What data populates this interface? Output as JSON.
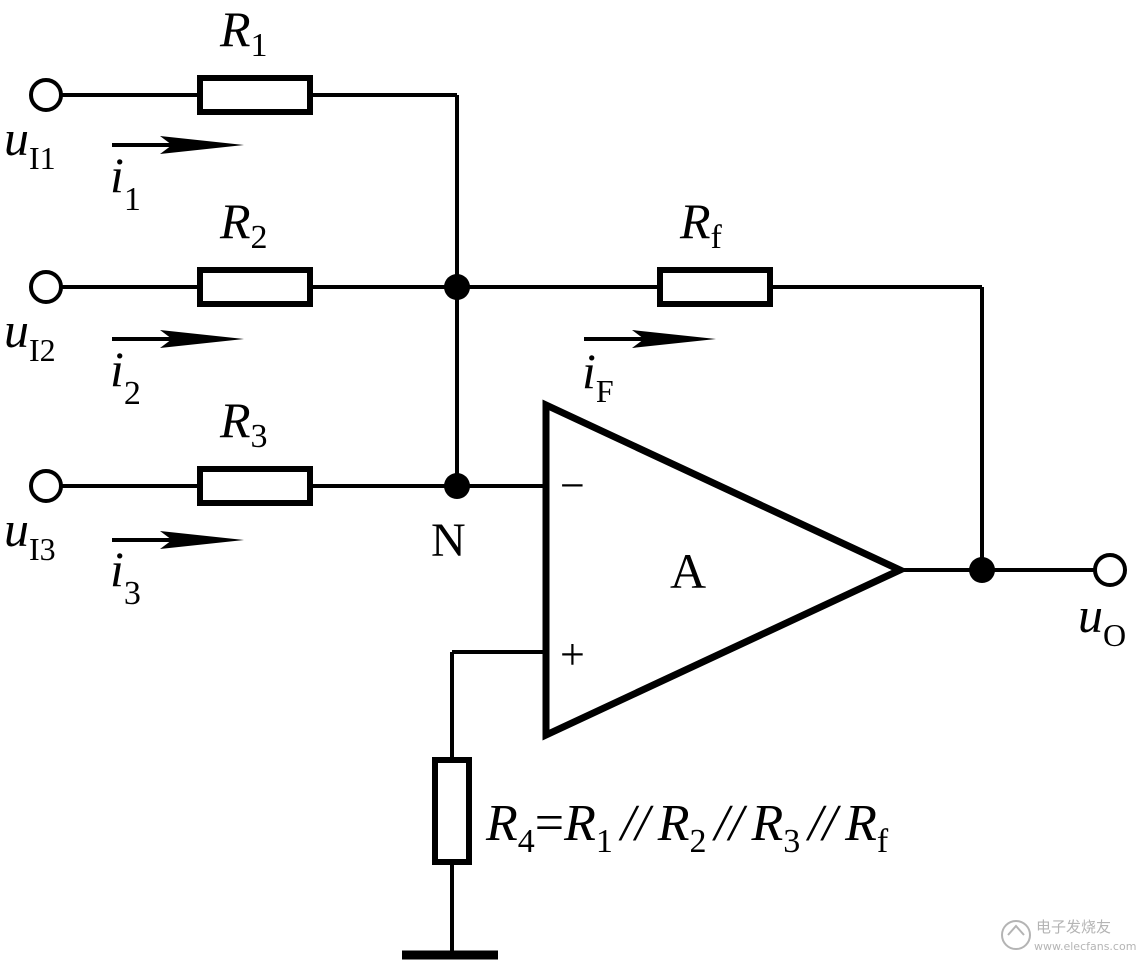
{
  "inputs": [
    {
      "main": "u",
      "sub": "I1",
      "current_main": "i",
      "current_sub": "1",
      "resistor_main": "R",
      "resistor_sub": "1"
    },
    {
      "main": "u",
      "sub": "I2",
      "current_main": "i",
      "current_sub": "2",
      "resistor_main": "R",
      "resistor_sub": "2"
    },
    {
      "main": "u",
      "sub": "I3",
      "current_main": "i",
      "current_sub": "3",
      "resistor_main": "R",
      "resistor_sub": "3"
    }
  ],
  "feedback": {
    "resistor_main": "R",
    "resistor_sub": "f",
    "current_main": "i",
    "current_sub": "F"
  },
  "node_label": "N",
  "opamp": {
    "label": "A",
    "minus": "−",
    "plus": "+"
  },
  "output": {
    "main": "u",
    "sub": "O"
  },
  "r4_equation": {
    "r4": "R",
    "r4_sub": "4",
    "eq": "=",
    "r1": "R",
    "r1_sub": "1",
    "p1": "//",
    "r2": "R",
    "r2_sub": "2",
    "p2": "//",
    "r3": "R",
    "r3_sub": "3",
    "p3": "//",
    "rf": "R",
    "rf_sub": "f"
  },
  "watermark": {
    "cn": "电子发烧友",
    "url": "www.elecfans.com"
  }
}
